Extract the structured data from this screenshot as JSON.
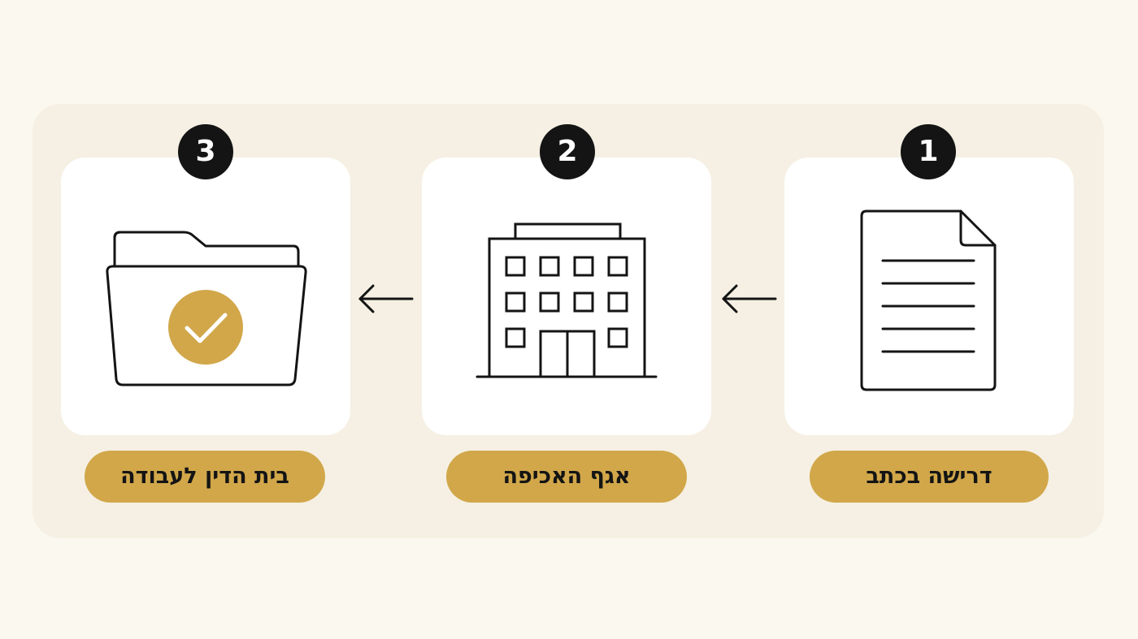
{
  "colors": {
    "page_background": "#fbf8f0",
    "panel_background": "#f5f0e3",
    "card_background": "#ffffff",
    "accent": "#d1a74a",
    "ink": "#141414"
  },
  "steps": [
    {
      "number": "1",
      "label": "דרישה בכתב",
      "icon": "document-icon"
    },
    {
      "number": "2",
      "label": "אגף האכיפה",
      "icon": "office-building-icon"
    },
    {
      "number": "3",
      "label": "בית הדין לעבודה",
      "icon": "folder-check-icon"
    }
  ],
  "connectors": [
    "arrow-left-icon",
    "arrow-left-icon"
  ]
}
